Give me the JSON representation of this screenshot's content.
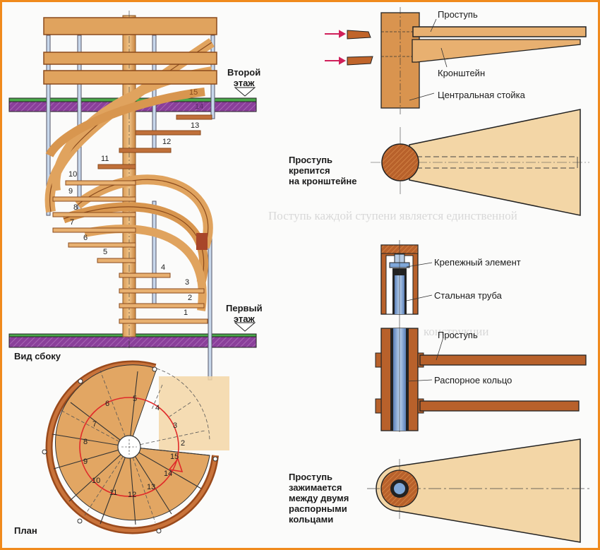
{
  "title": "Винтовая лестница на центральной стойке",
  "side_view": {
    "caption": "Вид сбоку",
    "second_floor": [
      "Второй",
      "этаж"
    ],
    "first_floor": [
      "Первый",
      "этаж"
    ],
    "steps": [
      "1",
      "2",
      "3",
      "4",
      "5",
      "6",
      "7",
      "8",
      "9",
      "10",
      "11",
      "12",
      "13",
      "14",
      "15"
    ]
  },
  "plan_view": {
    "caption": "План",
    "steps": [
      "2",
      "3",
      "4",
      "5",
      "6",
      "7",
      "8",
      "9",
      "10",
      "11",
      "12",
      "13",
      "14",
      "15"
    ]
  },
  "bracket_detail": {
    "labels": {
      "tread": "Проступь",
      "bracket": "Кронштейн",
      "central_post": "Центральная стойка"
    },
    "caption": [
      "Проступь",
      "крепится",
      "на кронштейне"
    ]
  },
  "ring_detail": {
    "labels": {
      "fastener": "Крепежный элемент",
      "steel_pipe": "Стальная труба",
      "tread": "Проступь",
      "spacer_ring": "Распорное кольцо"
    },
    "caption": [
      "Проступь",
      "зажимается",
      "между двумя",
      "распорными",
      "кольцами"
    ]
  },
  "colors": {
    "frame": "#f08a1c",
    "wood_light": "#e9b277",
    "wood_dark": "#b8612b",
    "floor_slab": "#8a3f9a",
    "floor_top": "#4aa84a",
    "pipe": "#7fa7d8",
    "route": "#e02a2a",
    "tread_plan": "#f3d6a6"
  }
}
